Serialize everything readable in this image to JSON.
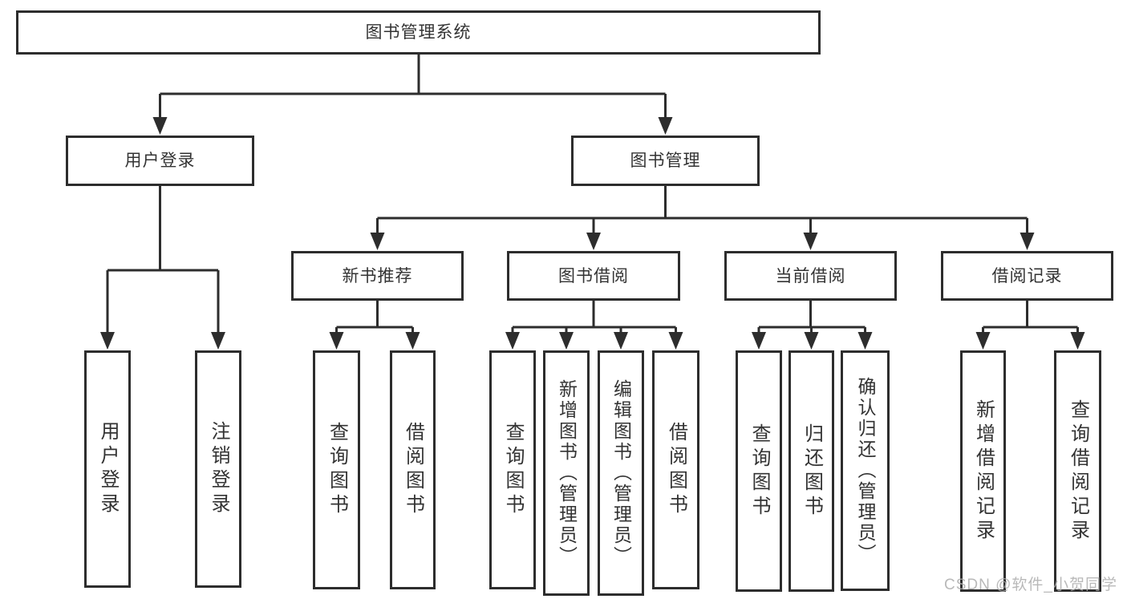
{
  "diagram": {
    "tree": {
      "label": "图书管理系统",
      "children": [
        {
          "label": "用户登录",
          "children": [
            {
              "label": "用户登录"
            },
            {
              "label": "注销登录"
            }
          ]
        },
        {
          "label": "图书管理",
          "children": [
            {
              "label": "新书推荐",
              "children": [
                {
                  "label": "查询图书"
                },
                {
                  "label": "借阅图书"
                }
              ]
            },
            {
              "label": "图书借阅",
              "children": [
                {
                  "label": "查询图书"
                },
                {
                  "label": "新增图书（管理员）"
                },
                {
                  "label": "编辑图书（管理员）"
                },
                {
                  "label": "借阅图书"
                }
              ]
            },
            {
              "label": "当前借阅",
              "children": [
                {
                  "label": "查询图书"
                },
                {
                  "label": "归还图书"
                },
                {
                  "label": "确认归还（管理员）"
                }
              ]
            },
            {
              "label": "借阅记录",
              "children": [
                {
                  "label": "新增借阅记录"
                },
                {
                  "label": "查询借阅记录"
                }
              ]
            }
          ]
        }
      ]
    },
    "colors": {
      "line": "#2d2d2d",
      "text": "#333333",
      "background": "#ffffff",
      "watermark_color": "#adadad"
    }
  },
  "watermark": "CSDN @软件_小贺同学"
}
